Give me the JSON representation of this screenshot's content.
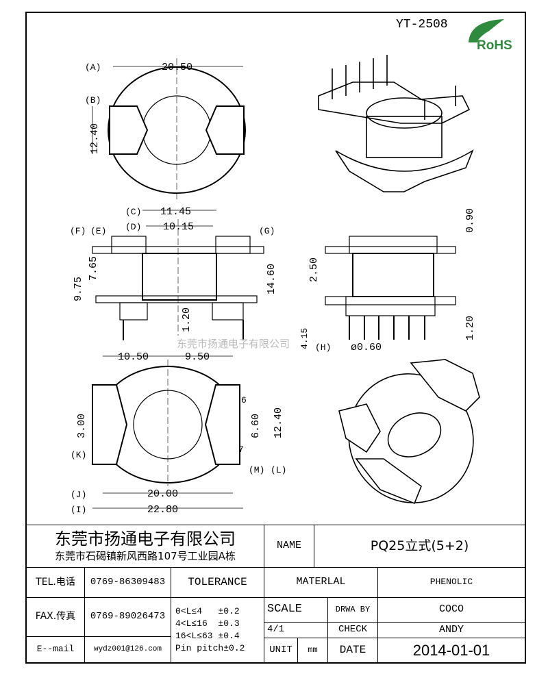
{
  "header": {
    "part_code": "YT-2508",
    "logo_text": "RoHS"
  },
  "watermark": "东莞市扬通电子有限公司",
  "dims": {
    "top_view": {
      "A": "(A)",
      "B": "(B)",
      "width": "20.50",
      "height": "12.40"
    },
    "side_view": {
      "C": "(C)",
      "D": "(D)",
      "E": "(E)",
      "F": "(F)",
      "G": "(G)",
      "c_dim": "11.45",
      "d_dim": "10.15",
      "f_dim": "9.75",
      "e_dim": "7.65",
      "g_dim": "14.60",
      "base": "1.20"
    },
    "front_view": {
      "top": "0.90",
      "mid": "2.50",
      "pin_len": "4.15",
      "base": "1.20",
      "H": "(H)",
      "pin_dia": "ø0.60"
    },
    "bottom_view": {
      "left": "10.50",
      "right": "9.50",
      "pitch": "3.00",
      "K": "(K)",
      "n6": "6",
      "n7": "7",
      "gap": "6.60",
      "height": "12.40",
      "M": "(M)",
      "L": "(L)",
      "J": "(J)",
      "I": "(I)",
      "inner": "20.00",
      "outer": "22.80"
    }
  },
  "title_block": {
    "company": "东莞市扬通电子有限公司",
    "address": "东莞市石碣镇新风西路107号工业园A栋",
    "name_label": "NAME",
    "name_value": "PQ25立式(5+2)",
    "tel_label": "TEL.电话",
    "tel_value": "0769-86309483",
    "fax_label": "FAX.传真",
    "fax_value": "0769-89026473",
    "email_label": "E--mail",
    "email_value": "wydz001@126.com",
    "tolerance_label": "TOLERANCE",
    "tolerances": [
      "0<L≤4   ±0.2",
      "4<L≤16  ±0.3",
      "16<L≤63 ±0.4",
      "Pin pitch±0.2"
    ],
    "material_label": "MATERLAL",
    "material_value": "PHENOLIC",
    "scale_label": "SCALE",
    "scale_value": "4/1",
    "drawn_label": "DRWA BY",
    "drawn_value": "COCO",
    "check_label": "CHECK",
    "check_value": "ANDY",
    "unit_label": "UNIT",
    "unit_value": "mm",
    "date_label": "DATE",
    "date_value": "2014-01-01"
  }
}
